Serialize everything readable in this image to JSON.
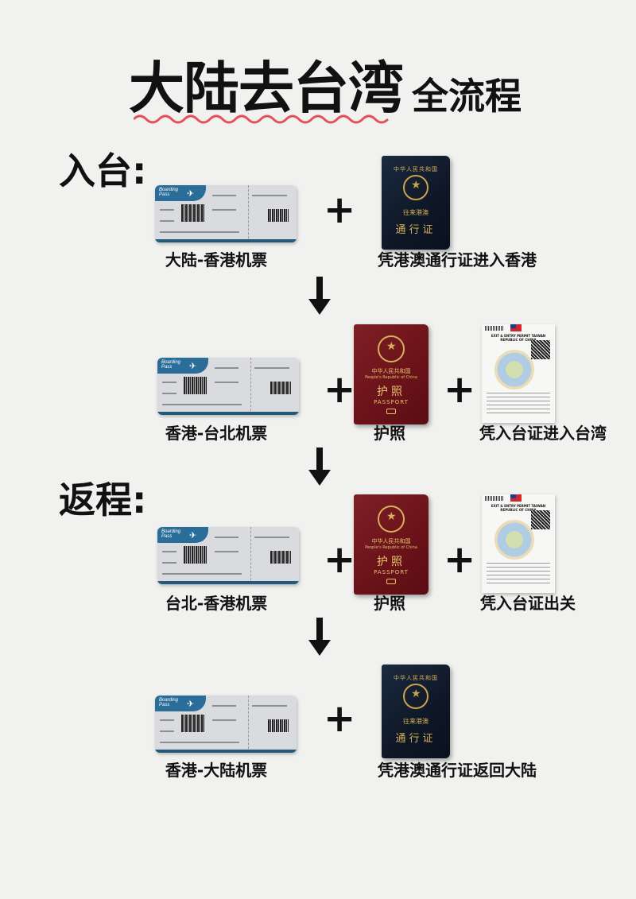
{
  "title": {
    "main": "大陆去台湾",
    "sub": "全流程"
  },
  "sections": {
    "entry": "入台:",
    "return": "返程:"
  },
  "plus_sign": "+",
  "documents": {
    "boarding_pass": {
      "brand_line1": "Boarding",
      "brand_line2": "Pass"
    },
    "hk_permit": {
      "top_text": "中华人民共和国",
      "mid_text": "往来港澳",
      "bottom_text": "通行证"
    },
    "passport": {
      "line1": "中华人民共和国",
      "line2": "People's Republic of China",
      "line3": "护照",
      "line4": "PASSPORT"
    },
    "entry_permit": {
      "title": "EXIT & ENTRY PERMIT TAIWAN REPUBLIC OF CHINA"
    }
  },
  "rows": [
    {
      "captions": [
        "大陆-香港机票",
        "凭港澳通行证进入香港"
      ]
    },
    {
      "captions": [
        "香港-台北机票",
        "护照",
        "凭入台证进入台湾"
      ]
    },
    {
      "captions": [
        "台北-香港机票",
        "护照",
        "凭入台证出关"
      ]
    },
    {
      "captions": [
        "香港-大陆机票",
        "凭港澳通行证返回大陆"
      ]
    }
  ],
  "colors": {
    "background": "#f1f1ef",
    "wave": "#e0525c",
    "boarding_band": "#2a6d99",
    "permit_blue": "#0e1726",
    "passport_red": "#6a1219"
  },
  "icons": [
    "down-arrow-icon",
    "plus-icon",
    "plane-icon",
    "star-icon"
  ]
}
